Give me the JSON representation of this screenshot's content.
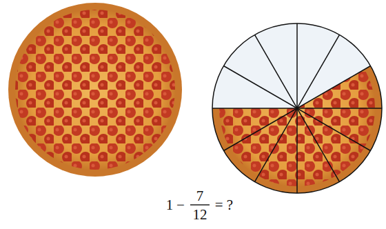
{
  "diagram": {
    "labels": [
      "1",
      "−",
      "7",
      "12",
      "= ?"
    ]
  }
}
